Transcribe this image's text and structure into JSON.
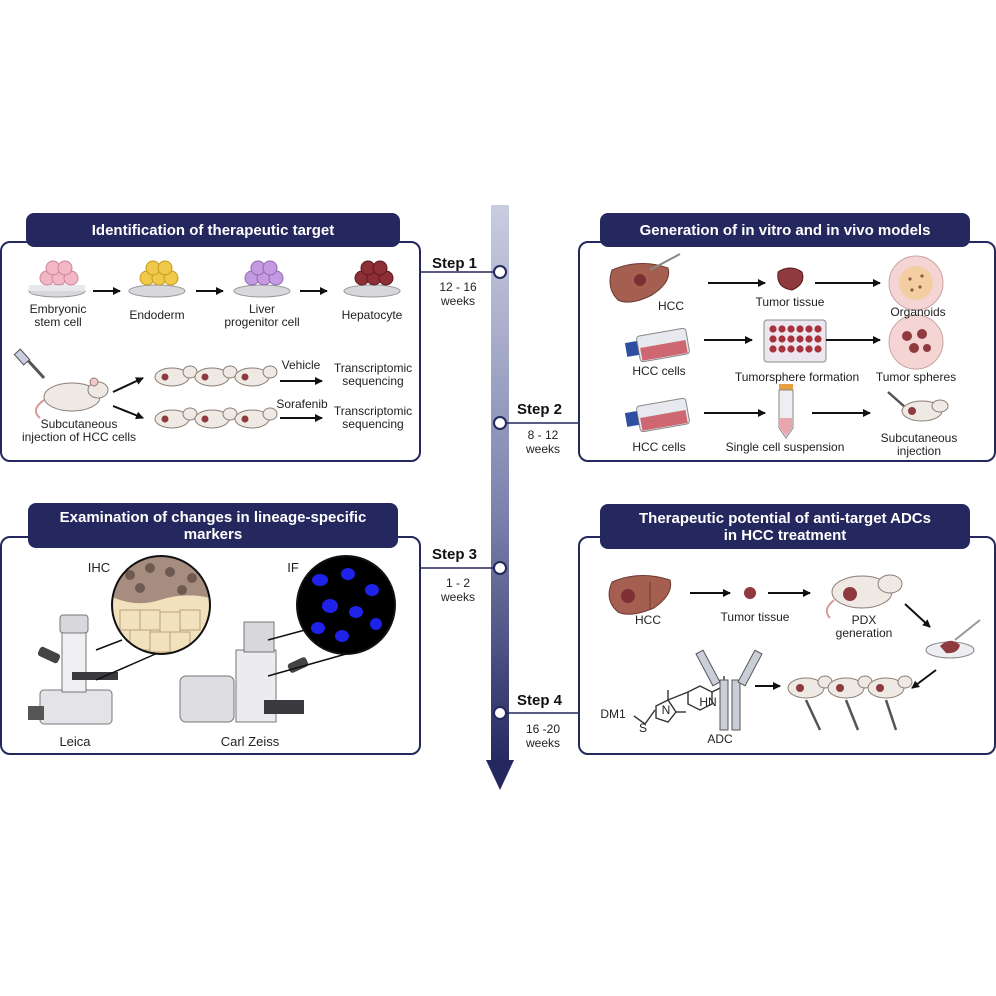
{
  "panels": {
    "p1": {
      "title": "Identification of therapeutic target",
      "labels": {
        "embryonic": [
          "Embryonic",
          "stem cell"
        ],
        "endoderm": "Endoderm",
        "liver": [
          "Liver",
          "progenitor cell"
        ],
        "hepatocyte": "Hepatocyte",
        "vehicle": "Vehicle",
        "sorafenib": "Sorafenib",
        "transcriptomic_a": [
          "Transcriptomic",
          "sequencing"
        ],
        "transcriptomic_b": [
          "Transcriptomic",
          "sequencing"
        ],
        "subcutaneous": [
          "Subcutaneous",
          "injection of HCC cells"
        ]
      }
    },
    "p2": {
      "title": "Generation of in vitro and in vivo models",
      "labels": {
        "hcc": "HCC",
        "tumor_tissue": "Tumor tissue",
        "organoids": "Organoids",
        "hcc_cells_a": "HCC cells",
        "tumorsphere": "Tumorsphere formation",
        "tumor_spheres": "Tumor spheres",
        "hcc_cells_b": "HCC cells",
        "single_cell": "Single cell suspension",
        "subcutaneous": [
          "Subcutaneous",
          "injection"
        ]
      }
    },
    "p3": {
      "title": [
        "Examination of changes in lineage-specific",
        "markers"
      ],
      "labels": {
        "ihc": "IHC",
        "if": "IF",
        "leica": "Leica",
        "zeiss": "Carl Zeiss"
      }
    },
    "p4": {
      "title": [
        "Therapeutic potential of anti-target ADCs",
        "in HCC treatment"
      ],
      "labels": {
        "hcc": "HCC",
        "tumor_tissue": "Tumor tissue",
        "pdx": [
          "PDX",
          "generation"
        ],
        "adc": "ADC",
        "dm1": "DM1",
        "s": "S",
        "n": "N",
        "hn": "HN"
      }
    }
  },
  "timeline": {
    "steps": [
      {
        "label": "Step 1",
        "weeks": [
          "12 - 16",
          "weeks"
        ]
      },
      {
        "label": "Step 2",
        "weeks": [
          "8 - 12",
          "weeks"
        ]
      },
      {
        "label": "Step 3",
        "weeks": [
          "1 - 2",
          "weeks"
        ]
      },
      {
        "label": "Step 4",
        "weeks": [
          "16 -20",
          "weeks"
        ]
      }
    ]
  },
  "colors": {
    "navy": "#24285e",
    "liver": "#a55f50",
    "tumor": "#8e3a3f",
    "mouse": "#efe9e4",
    "nuclei": "#1f22e8"
  }
}
